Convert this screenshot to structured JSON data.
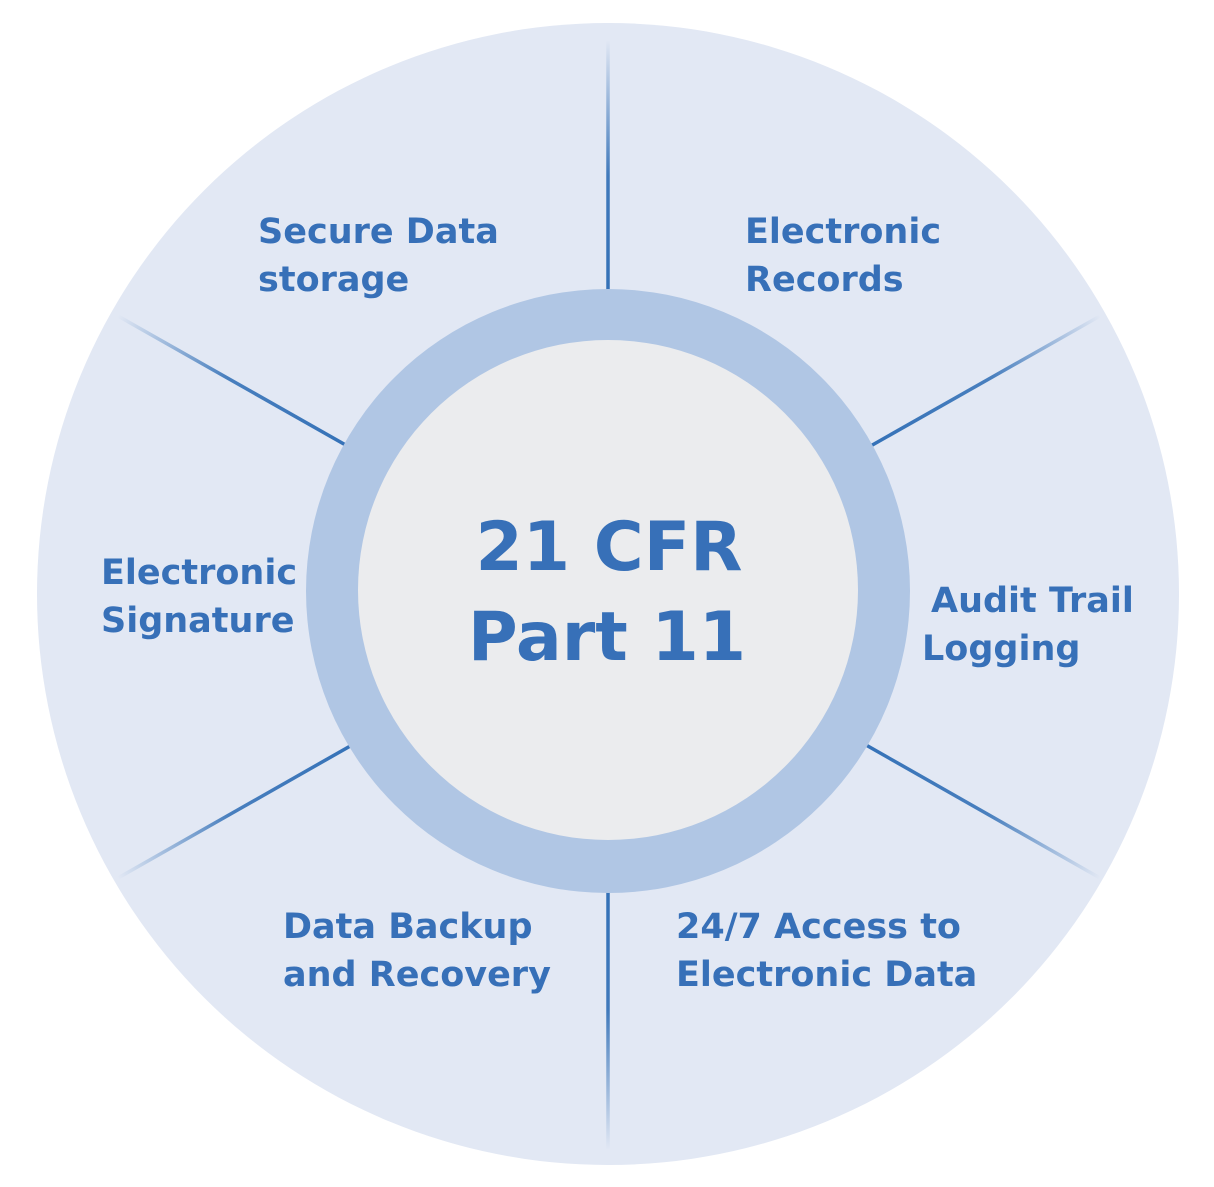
{
  "colors": {
    "outer_disc": "#e2e8f4",
    "ring": "#b0c6e4",
    "core": "#ebecee",
    "divider": "#2e6db5",
    "text": "#3770b8"
  },
  "center": {
    "line1": "21 CFR",
    "line2": "Part 11"
  },
  "segments": [
    {
      "line1": "Electronic",
      "line2": "Records"
    },
    {
      "line1": "Audit Trail",
      "line2": "Logging"
    },
    {
      "line1": "24/7 Access to",
      "line2": "Electronic Data"
    },
    {
      "line1": "Data Backup",
      "line2": "and Recovery"
    },
    {
      "line1": "Electronic",
      "line2": "Signature"
    },
    {
      "line1": "Secure Data",
      "line2": "storage"
    }
  ]
}
